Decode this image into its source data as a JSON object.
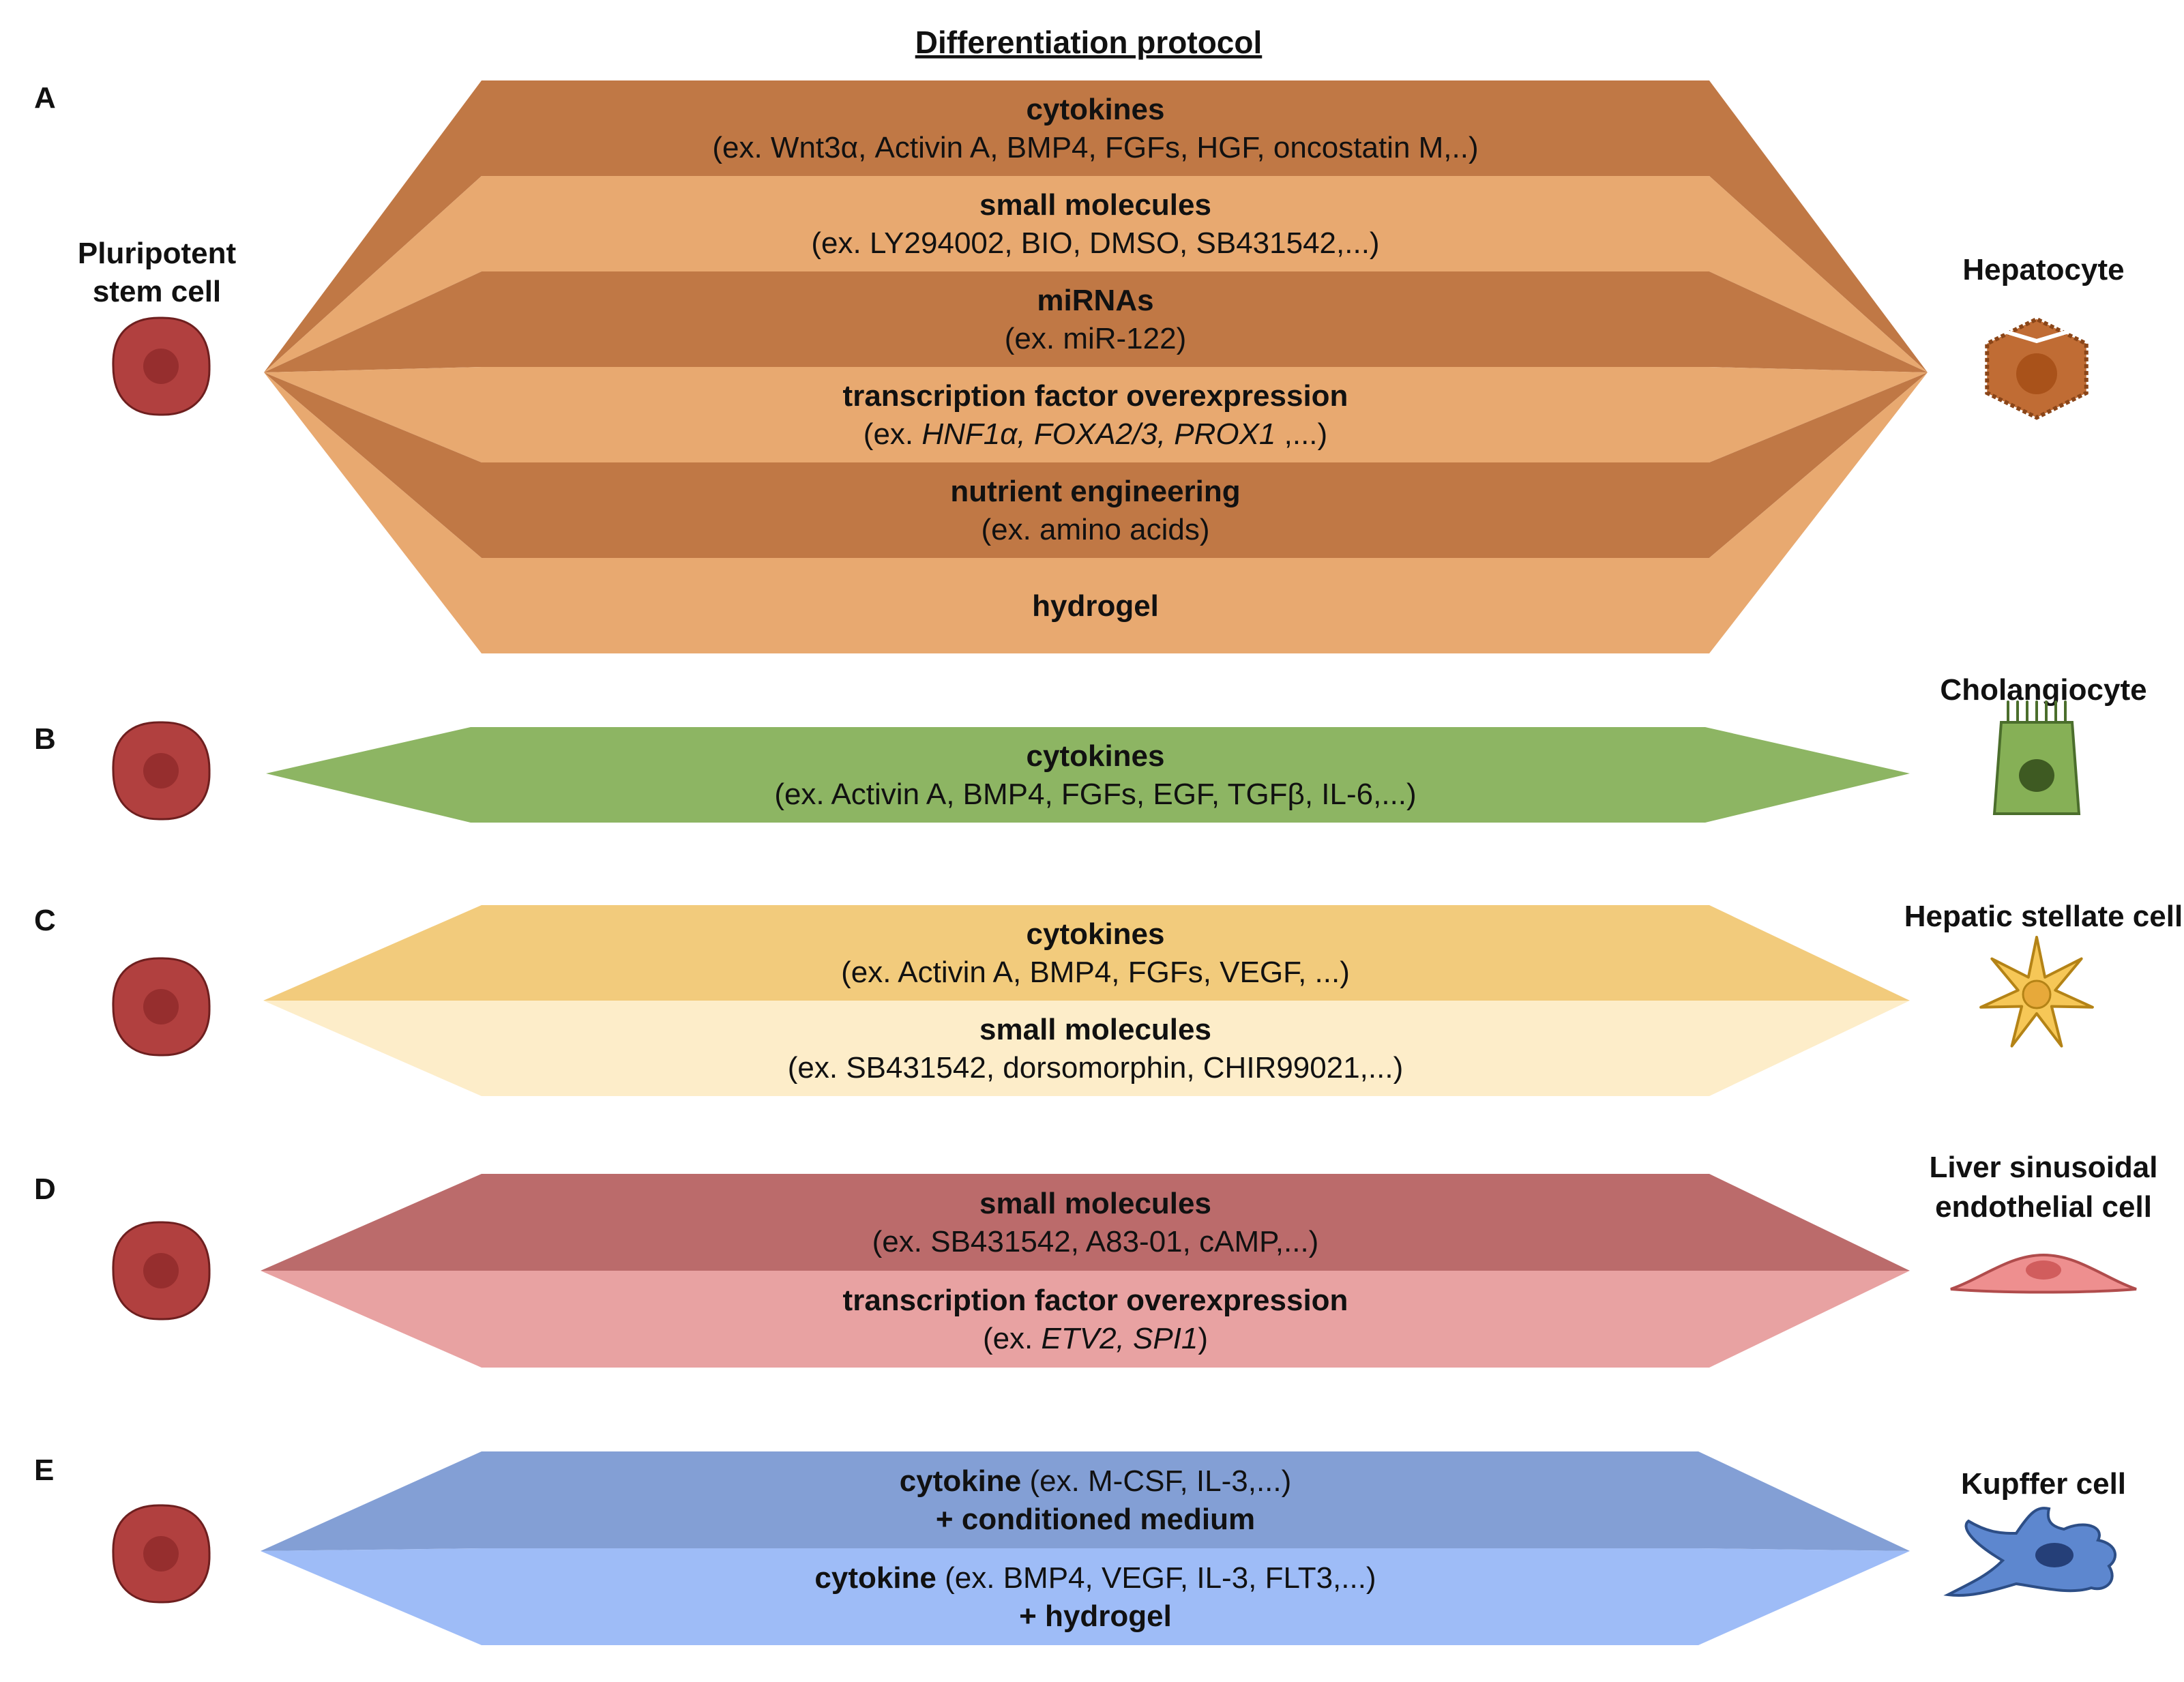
{
  "title": "Differentiation protocol",
  "start_label_lines": [
    "Pluripotent",
    "stem cell"
  ],
  "colors": {
    "hep_dark": "#c07845",
    "hep_light": "#e8a970",
    "chol": "#8db563",
    "stel_dark": "#f2cb7c",
    "stel_light": "#fdedc9",
    "lsec_dark": "#bb6b6b",
    "lsec_light": "#e8a2a2",
    "kup_dark": "#839fd5",
    "kup_light": "#9ebcf7",
    "psc_cell": "#b1403f",
    "psc_nucleus": "#962e2e"
  },
  "panels": [
    {
      "letter": "A",
      "target_lines": [
        "Hepatocyte"
      ],
      "target_icon": "hepatocyte-icon",
      "bands": [
        {
          "color": "hep_dark",
          "lines": [
            [
              {
                "t": "cytokines",
                "s": "b"
              }
            ],
            [
              {
                "t": "(ex. Wnt3α, Activin A, BMP4, FGFs, HGF, oncostatin M,..)",
                "s": "n"
              }
            ]
          ]
        },
        {
          "color": "hep_light",
          "lines": [
            [
              {
                "t": "small molecules",
                "s": "b"
              }
            ],
            [
              {
                "t": "(ex. LY294002, BIO, DMSO, SB431542,...)",
                "s": "n"
              }
            ]
          ]
        },
        {
          "color": "hep_dark",
          "lines": [
            [
              {
                "t": "miRNAs",
                "s": "b"
              }
            ],
            [
              {
                "t": "(ex. miR-122)",
                "s": "n"
              }
            ]
          ]
        },
        {
          "color": "hep_light",
          "lines": [
            [
              {
                "t": "transcription factor overexpression",
                "s": "b"
              }
            ],
            [
              {
                "t": "(ex. ",
                "s": "n"
              },
              {
                "t": "HNF1α, FOXA2/3, PROX1",
                "s": "i"
              },
              {
                "t": " ,...)",
                "s": "n"
              }
            ]
          ]
        },
        {
          "color": "hep_dark",
          "lines": [
            [
              {
                "t": "nutrient engineering",
                "s": "b"
              }
            ],
            [
              {
                "t": "(ex. amino acids)",
                "s": "n"
              }
            ]
          ]
        },
        {
          "color": "hep_light",
          "lines": [
            [
              {
                "t": "hydrogel",
                "s": "b"
              }
            ]
          ]
        }
      ]
    },
    {
      "letter": "B",
      "target_lines": [
        "Cholangiocyte"
      ],
      "target_icon": "cholangiocyte-icon",
      "bands": [
        {
          "color": "chol",
          "lines": [
            [
              {
                "t": "cytokines",
                "s": "b"
              }
            ],
            [
              {
                "t": "(ex. Activin A, BMP4, FGFs, EGF, TGFβ, IL-6,...)",
                "s": "n"
              }
            ]
          ]
        }
      ]
    },
    {
      "letter": "C",
      "target_lines": [
        "Hepatic stellate cell"
      ],
      "target_icon": "stellate-cell-icon",
      "bands": [
        {
          "color": "stel_dark",
          "lines": [
            [
              {
                "t": "cytokines",
                "s": "b"
              }
            ],
            [
              {
                "t": "(ex. Activin A, BMP4, FGFs, VEGF, ...)",
                "s": "n"
              }
            ]
          ]
        },
        {
          "color": "stel_light",
          "lines": [
            [
              {
                "t": "small molecules",
                "s": "b"
              }
            ],
            [
              {
                "t": "(ex. SB431542, dorsomorphin, CHIR99021,...)",
                "s": "n"
              }
            ]
          ]
        }
      ]
    },
    {
      "letter": "D",
      "target_lines": [
        "Liver sinusoidal",
        "endothelial cell"
      ],
      "target_icon": "endothelial-cell-icon",
      "bands": [
        {
          "color": "lsec_dark",
          "lines": [
            [
              {
                "t": "small molecules",
                "s": "b"
              }
            ],
            [
              {
                "t": "(ex. SB431542, A83-01, cAMP,...)",
                "s": "n"
              }
            ]
          ]
        },
        {
          "color": "lsec_light",
          "lines": [
            [
              {
                "t": "transcription factor overexpression",
                "s": "b"
              }
            ],
            [
              {
                "t": "(ex. ",
                "s": "n"
              },
              {
                "t": "ETV2, SPI1",
                "s": "i"
              },
              {
                "t": ")",
                "s": "n"
              }
            ]
          ]
        }
      ]
    },
    {
      "letter": "E",
      "target_lines": [
        "Kupffer cell"
      ],
      "target_icon": "kupffer-cell-icon",
      "bands": [
        {
          "color": "kup_dark",
          "lines": [
            [
              {
                "t": "cytokine",
                "s": "b"
              },
              {
                "t": " (ex. M-CSF, IL-3,...)",
                "s": "n"
              }
            ],
            [
              {
                "t": "+ conditioned medium",
                "s": "b"
              }
            ]
          ]
        },
        {
          "color": "kup_light",
          "lines": [
            [
              {
                "t": "cytokine",
                "s": "b"
              },
              {
                "t": " (ex. BMP4, VEGF, IL-3, FLT3,...)",
                "s": "n"
              }
            ],
            [
              {
                "t": "+ hydrogel",
                "s": "b"
              }
            ]
          ]
        }
      ]
    }
  ]
}
